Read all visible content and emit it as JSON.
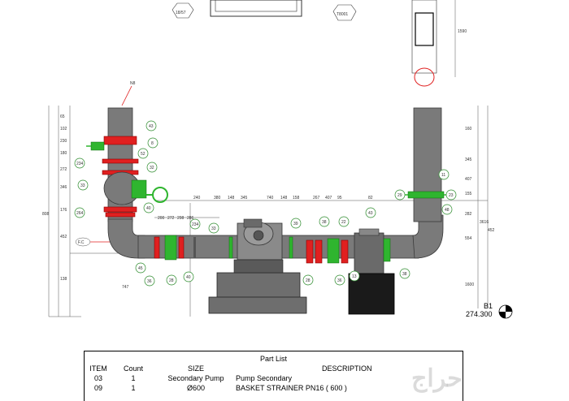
{
  "drawing": {
    "top_tags": [
      "18/57",
      "T8001"
    ],
    "label_n": "N8",
    "label_f": "F.C",
    "dim_right_top": "1590",
    "dim_left_total": "808",
    "dim_right_total": "3616",
    "bubbles_left": [
      "43",
      "8",
      "52",
      "33",
      "234",
      "40",
      "32",
      "264"
    ],
    "bubbles_bottom": [
      "33",
      "45",
      "36",
      "40",
      "234",
      "28",
      "39",
      "28",
      "36",
      "38",
      "22",
      "43"
    ],
    "bubbles_right": [
      "11",
      "23",
      "48",
      "13",
      "29",
      "38"
    ],
    "dims_top_row": [
      "240",
      "380",
      "148",
      "345",
      "740",
      "148",
      "158",
      "267",
      "407",
      "95",
      "82",
      "95"
    ],
    "dims_mid_row": [
      "200",
      "272",
      "298",
      "286"
    ],
    "dims_left_col": [
      "65",
      "102",
      "230",
      "180",
      "272",
      "346",
      "176",
      "452",
      "138",
      "747"
    ],
    "dims_right_col": [
      "160",
      "345",
      "407",
      "155",
      "282",
      "554",
      "1600",
      "452"
    ]
  },
  "datum": {
    "name": "B1",
    "elevation": "274.300"
  },
  "part_list": {
    "title": "Part List",
    "headers": {
      "item": "ITEM",
      "count": "Count",
      "size": "SIZE",
      "description": "DESCRIPTION"
    },
    "rows": [
      {
        "item": "03",
        "count": "1",
        "size": "Secondary Pump",
        "description": "Pump Secondary"
      },
      {
        "item": "09",
        "count": "1",
        "size": "Ø600",
        "description": "BASKET STRAINER PN16 ( 600 )"
      }
    ]
  },
  "watermark": "حراج"
}
